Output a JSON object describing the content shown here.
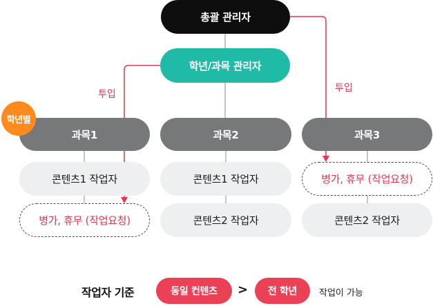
{
  "nodes": {
    "general_admin": "총괄 관리자",
    "grade_subject_admin": "학년/과목 관리자",
    "grade_badge": "학년별",
    "subject1": "과목1",
    "subject2": "과목2",
    "subject3": "과목3",
    "col1_content1_worker": "콘텐츠1 작업자",
    "col1_request": "병가, 휴무 (작업요청)",
    "col2_content1_worker": "콘텐츠1 작업자",
    "col2_content2_worker": "콘텐츠2 작업자",
    "col3_request": "병가, 휴무 (작업요청)",
    "col3_content2_worker": "콘텐츠2 작업자"
  },
  "edge_labels": {
    "left_deploy": "투입",
    "right_deploy": "투입"
  },
  "legend": {
    "title": "작업자 기준",
    "same_content": "동일 컨텐츠",
    "arrow": ">",
    "all_grades": "전 학년",
    "suffix": "작업이 가능"
  },
  "colors": {
    "black": "#0e0e0e",
    "teal": "#1fbba6",
    "gray": "#76787a",
    "light_gray": "#eeeff0",
    "orange": "#ff8a1d",
    "red": "#e8354c"
  }
}
